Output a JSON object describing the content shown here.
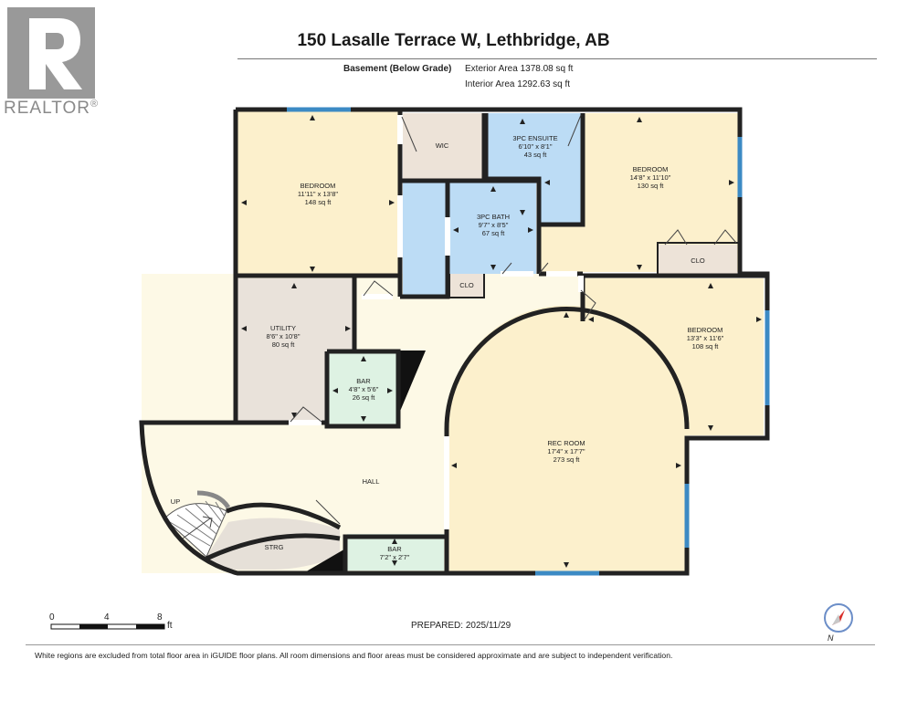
{
  "header": {
    "title": "150 Lasalle Terrace W, Lethbridge, AB",
    "level_name": "Basement (Below Grade)",
    "exterior_area": "Exterior Area 1378.08 sq ft",
    "interior_area": "Interior Area 1292.63 sq ft"
  },
  "logo": {
    "text": "REALTOR",
    "mark": "®"
  },
  "rooms": {
    "bedroom_nw": {
      "name": "BEDROOM",
      "dims": "11'11\" x 13'8\"",
      "area": "148 sq ft"
    },
    "wic": {
      "name": "WIC"
    },
    "ensuite": {
      "name": "3PC ENSUITE",
      "dims": "6'10\" x 8'1\"",
      "area": "43 sq ft"
    },
    "bedroom_ne": {
      "name": "BEDROOM",
      "dims": "14'8\" x 11'10\"",
      "area": "130 sq ft"
    },
    "bath": {
      "name": "3PC BATH",
      "dims": "9'7\" x 8'5\"",
      "area": "67 sq ft"
    },
    "clo_bath": {
      "name": "CLO"
    },
    "clo_ne": {
      "name": "CLO"
    },
    "utility": {
      "name": "UTILITY",
      "dims": "8'6\" x 10'8\"",
      "area": "80 sq ft"
    },
    "bedroom_e": {
      "name": "BEDROOM",
      "dims": "13'3\" x 11'6\"",
      "area": "108 sq ft"
    },
    "bar_1": {
      "name": "BAR",
      "dims": "4'8\" x 5'6\"",
      "area": "26 sq ft"
    },
    "rec_room": {
      "name": "REC ROOM",
      "dims": "17'4\" x 17'7\"",
      "area": "273 sq ft"
    },
    "hall": {
      "name": "HALL"
    },
    "stairs": {
      "label": "UP"
    },
    "storage": {
      "name": "STRG"
    },
    "bar_2": {
      "name": "BAR",
      "dims": "7'2\" x 2'7\""
    }
  },
  "scale": {
    "labels": [
      "0",
      "4",
      "8"
    ],
    "unit": "ft"
  },
  "compass": {
    "label": "N"
  },
  "footer": {
    "prepared": "PREPARED: 2025/11/29",
    "disclaimer": "White regions are excluded from total floor area in iGUIDE floor plans. All room dimensions and floor areas must be considered approximate and are subject to independent verification."
  },
  "colors": {
    "bedroom": "#fcf0cc",
    "bath": "#bcdcf5",
    "closet": "#ede3d8",
    "utility": "#e9e2da",
    "bar": "#def2e3",
    "hall": "#fdf9e6",
    "storage": "#e6e0d8",
    "wall": "#222222",
    "window": "#3c8ac4"
  }
}
